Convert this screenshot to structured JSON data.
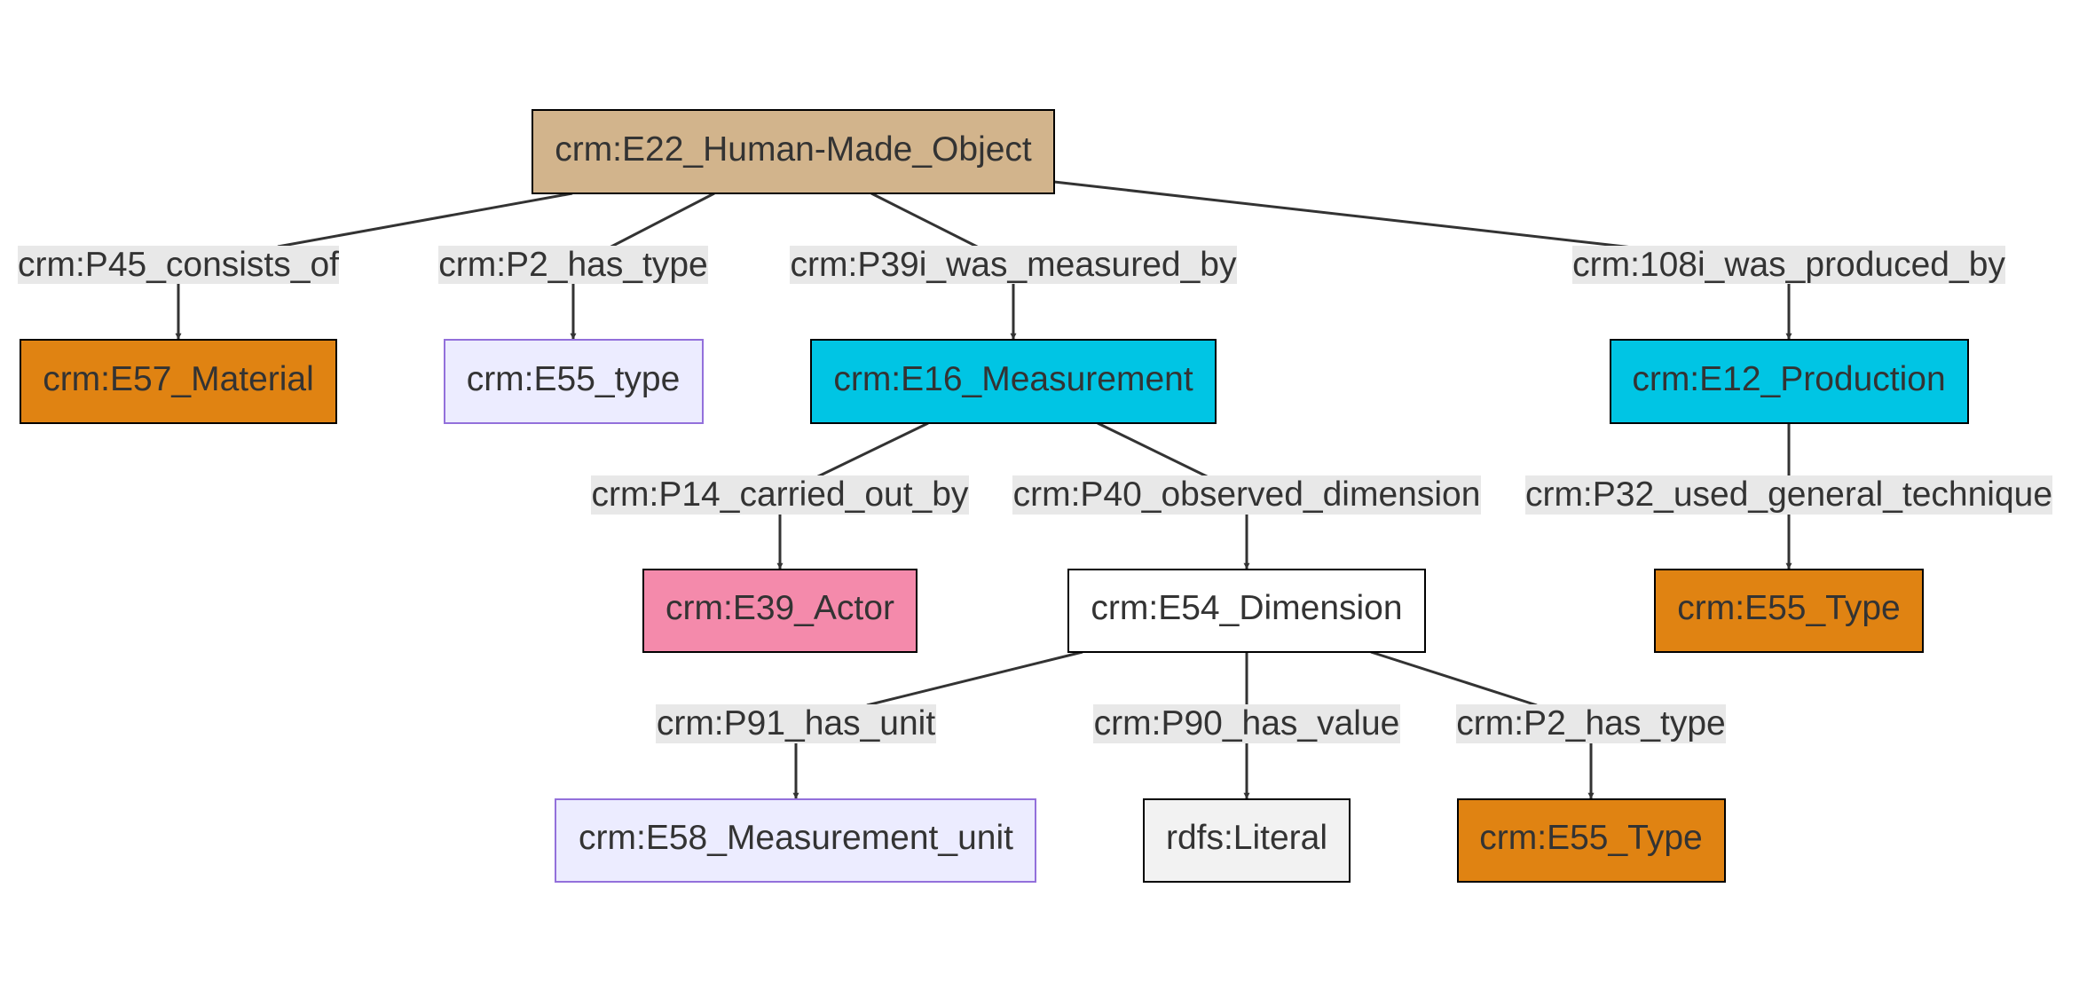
{
  "nodes": {
    "e22": {
      "label": "crm:E22_Human-Made_Object",
      "fill": "#d2b48c",
      "stroke": "#000000"
    },
    "e57": {
      "label": "crm:E57_Material",
      "fill": "#e08312",
      "stroke": "#000000"
    },
    "e55_type_lower": {
      "label": "crm:E55_type",
      "fill": "#ececff",
      "stroke": "#9370db"
    },
    "e16": {
      "label": "crm:E16_Measurement",
      "fill": "#00c5e4",
      "stroke": "#000000"
    },
    "e12": {
      "label": "crm:E12_Production",
      "fill": "#00c5e4",
      "stroke": "#000000"
    },
    "e39": {
      "label": "crm:E39_Actor",
      "fill": "#f48aab",
      "stroke": "#000000"
    },
    "e54": {
      "label": "crm:E54_Dimension",
      "fill": "#ffffff",
      "stroke": "#000000"
    },
    "e55_type_technique": {
      "label": "crm:E55_Type",
      "fill": "#e08312",
      "stroke": "#000000"
    },
    "e58": {
      "label": "crm:E58_Measurement_unit",
      "fill": "#ececff",
      "stroke": "#9370db"
    },
    "literal": {
      "label": "rdfs:Literal",
      "fill": "#f2f2f2",
      "stroke": "#000000"
    },
    "e55_type_dimension": {
      "label": "crm:E55_Type",
      "fill": "#e08312",
      "stroke": "#000000"
    }
  },
  "edges": {
    "p45": "crm:P45_consists_of",
    "p2_object": "crm:P2_has_type",
    "p39i": "crm:P39i_was_measured_by",
    "p108i": "crm:108i_was_produced_by",
    "p14": "crm:P14_carried_out_by",
    "p40": "crm:P40_observed_dimension",
    "p32": "crm:P32_used_general_technique",
    "p91": "crm:P91_has_unit",
    "p90": "crm:P90_has_value",
    "p2_dimension": "crm:P2_has_type"
  }
}
